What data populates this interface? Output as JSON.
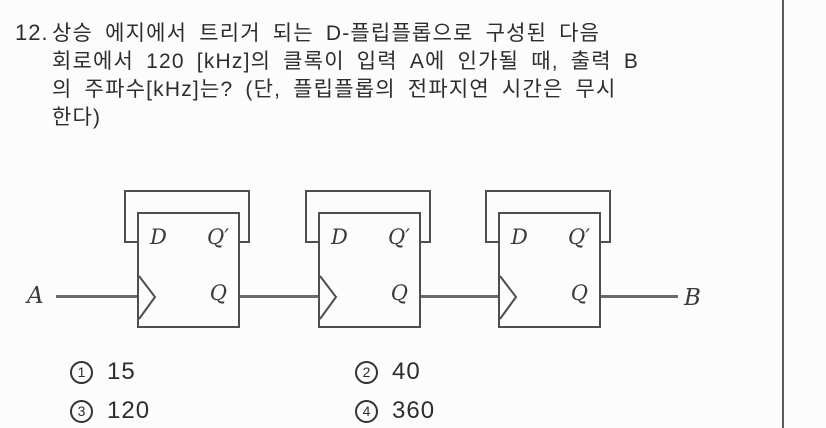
{
  "question": {
    "number": "12.",
    "lines": "상승 에지에서 트리거 되는 D-플립플롭으로 구성된 다음\n회로에서 120 [kHz]의 클록이 입력 A에 인가될 때, 출력 B\n의 주파수[kHz]는? (단, 플립플롭의 전파지연 시간은 무시\n한다)"
  },
  "circuit": {
    "input_label": "A",
    "output_label": "B",
    "flipflops": [
      {
        "d": "D",
        "qbar": "Q′",
        "q": "Q"
      },
      {
        "d": "D",
        "qbar": "Q′",
        "q": "Q"
      },
      {
        "d": "D",
        "qbar": "Q′",
        "q": "Q"
      }
    ]
  },
  "choices": [
    {
      "num": "1",
      "label": "15"
    },
    {
      "num": "2",
      "label": "40"
    },
    {
      "num": "3",
      "label": "120"
    },
    {
      "num": "4",
      "label": "360"
    }
  ],
  "colors": {
    "stroke": "#4e4e4e",
    "wire": "#6b6b6b",
    "text": "#2d2d2d",
    "divider": "#5a5a5a"
  }
}
